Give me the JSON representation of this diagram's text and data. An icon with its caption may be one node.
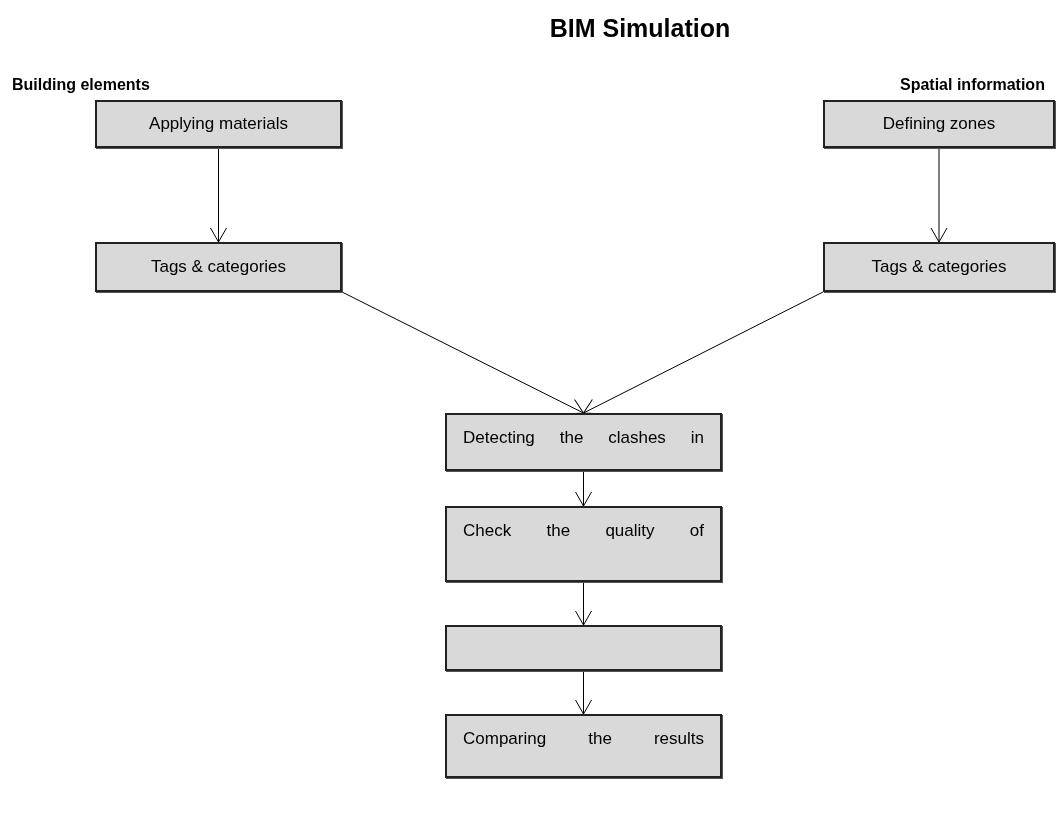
{
  "diagram": {
    "title": "BIM Simulation",
    "nodes": [
      {
        "text": [
          "Applying materials"
        ]
      },
      {
        "text": [
          "Tags & categories"
        ]
      },
      {
        "text": [
          "Defining zones"
        ]
      },
      {
        "text": [
          "Tags & categories"
        ]
      },
      {
        "text": [
          "Detecting the clashes in"
        ]
      },
      {
        "text": [
          "Check the quality of"
        ]
      },
      {
        "text": [],
        "shape": "box"
      },
      {
        "text": [
          "Comparing the results"
        ]
      }
    ],
    "edges": [
      {
        "from": 0,
        "to": 1,
        "arrow": "to"
      },
      {
        "from": 2,
        "to": 3,
        "arrow": "to"
      },
      {
        "from": 1,
        "to": 4,
        "arrow": "to"
      },
      {
        "from": 3,
        "to": 4,
        "arrow": "to"
      },
      {
        "from": 4,
        "to": 5,
        "arrow": "to"
      },
      {
        "from": 5,
        "to": 6,
        "arrow": "to"
      },
      {
        "from": 6,
        "to": 7,
        "arrow": "to"
      }
    ],
    "labels": [
      "Building elements",
      "Spatial information"
    ]
  }
}
